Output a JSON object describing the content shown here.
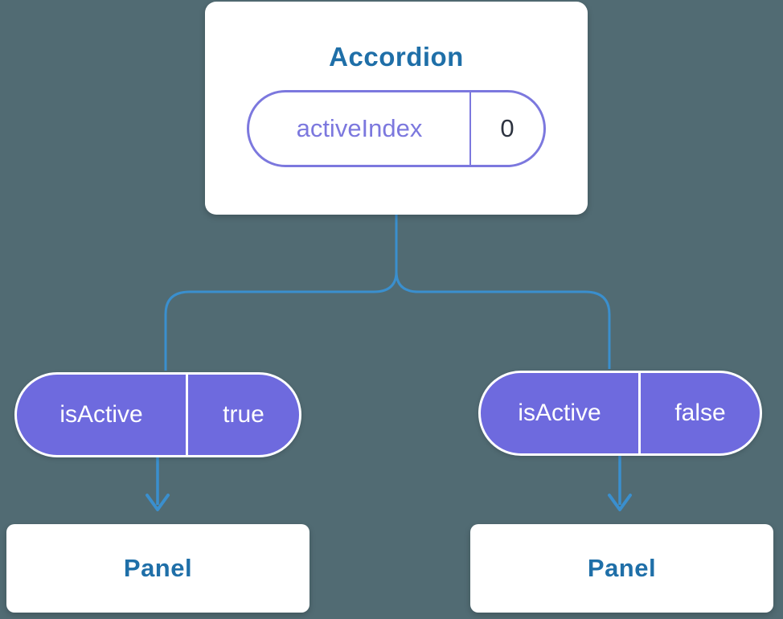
{
  "root": {
    "title": "Accordion",
    "state_pill": {
      "name": "activeIndex",
      "value": "0"
    }
  },
  "branches": [
    {
      "prop_name": "isActive",
      "prop_value": "true",
      "child_label": "Panel"
    },
    {
      "prop_name": "isActive",
      "prop_value": "false",
      "child_label": "Panel"
    }
  ],
  "icons": {
    "left_arrow": "arrow-down-icon",
    "right_arrow": "arrow-down-icon"
  },
  "colors": {
    "background": "#516b73",
    "connector_blue": "#3a8fce",
    "pill_purple": "#6e6ade",
    "pill_border": "#ffffff",
    "state_pill_accent": "#7c78de",
    "state_value_text": "#2d3340",
    "card_text_blue": "#1f6fa8",
    "card_bg": "#ffffff"
  }
}
